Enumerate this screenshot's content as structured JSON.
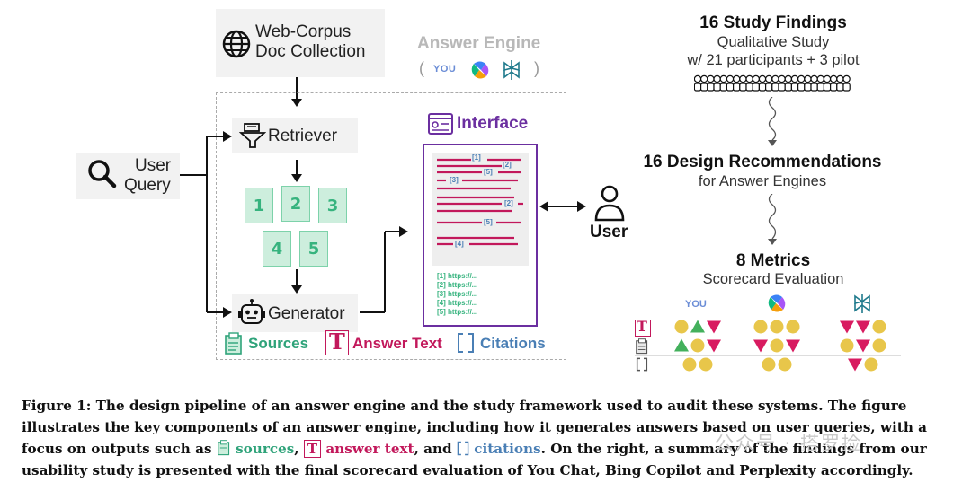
{
  "corpus": {
    "line1": "Web-Corpus",
    "line2": "Doc Collection",
    "icon": "globe-icon"
  },
  "answer_engine": {
    "title": "Answer Engine",
    "open": "(",
    "close": ")",
    "you_logo": "YOU"
  },
  "retriever": {
    "label": "Retriever",
    "icon": "funnel-icon"
  },
  "generator": {
    "label": "Generator",
    "icon": "robot-icon"
  },
  "user_query": {
    "line1": "User",
    "line2": "Query",
    "icon": "search-icon"
  },
  "docs": [
    "1",
    "2",
    "3",
    "4",
    "5"
  ],
  "interface": {
    "title": "Interface",
    "citation_tags": [
      "[1]",
      "[2]",
      "[5]",
      "[3]",
      "[2]",
      "[5]",
      "[4]"
    ],
    "links": [
      "[1] https://...",
      "[2] https://...",
      "[3] https://...",
      "[4] https://...",
      "[5] https://..."
    ]
  },
  "user": {
    "label": "User"
  },
  "legend": {
    "sources": "Sources",
    "answer_text": "Answer Text",
    "citations": "Citations",
    "t_glyph": "T"
  },
  "right": {
    "findings_title": "16 Study Findings",
    "findings_sub1": "Qualitative Study",
    "findings_sub2": "w/ 21 participants + 3 pilot",
    "recs_title": "16 Design Recommendations",
    "recs_sub": "for Answer Engines",
    "metrics_title": "8 Metrics",
    "metrics_sub": "Scorecard Evaluation",
    "you_logo": "YOU",
    "colors": {
      "good": "#e8c64a",
      "up": "#43b05c",
      "down": "#d81b60"
    }
  },
  "scorecard": {
    "rows": [
      {
        "name": "answer-text",
        "cols": [
          [
            "circle",
            "up",
            "down"
          ],
          [
            "circle",
            "circle",
            "circle"
          ],
          [
            "down",
            "down",
            "circle"
          ]
        ]
      },
      {
        "name": "sources",
        "cols": [
          [
            "up",
            "circle",
            "down"
          ],
          [
            "down",
            "circle",
            "down"
          ],
          [
            "circle",
            "down",
            "circle"
          ]
        ]
      },
      {
        "name": "citations",
        "cols": [
          [
            "circle",
            "circle"
          ],
          [
            "circle",
            "circle"
          ],
          [
            "down",
            "circle"
          ]
        ]
      }
    ]
  },
  "caption": {
    "p1": "Figure 1: The design pipeline of an answer engine and the study framework used to audit these systems. The figure illustrates the key components of an answer engine, including how it generates answers based on user queries, with a focus on outputs such as ",
    "sources": "sources",
    "sep1": ", ",
    "answer_text": "answer text",
    "sep2": ", and ",
    "citations": "citations",
    "p2": ". On the right, a summary of the findings from our usability study is presented with the final scorecard evaluation of You Chat, Bing Copilot and Perplexity accordingly."
  },
  "watermark": "公众号 · 搭罗捡"
}
